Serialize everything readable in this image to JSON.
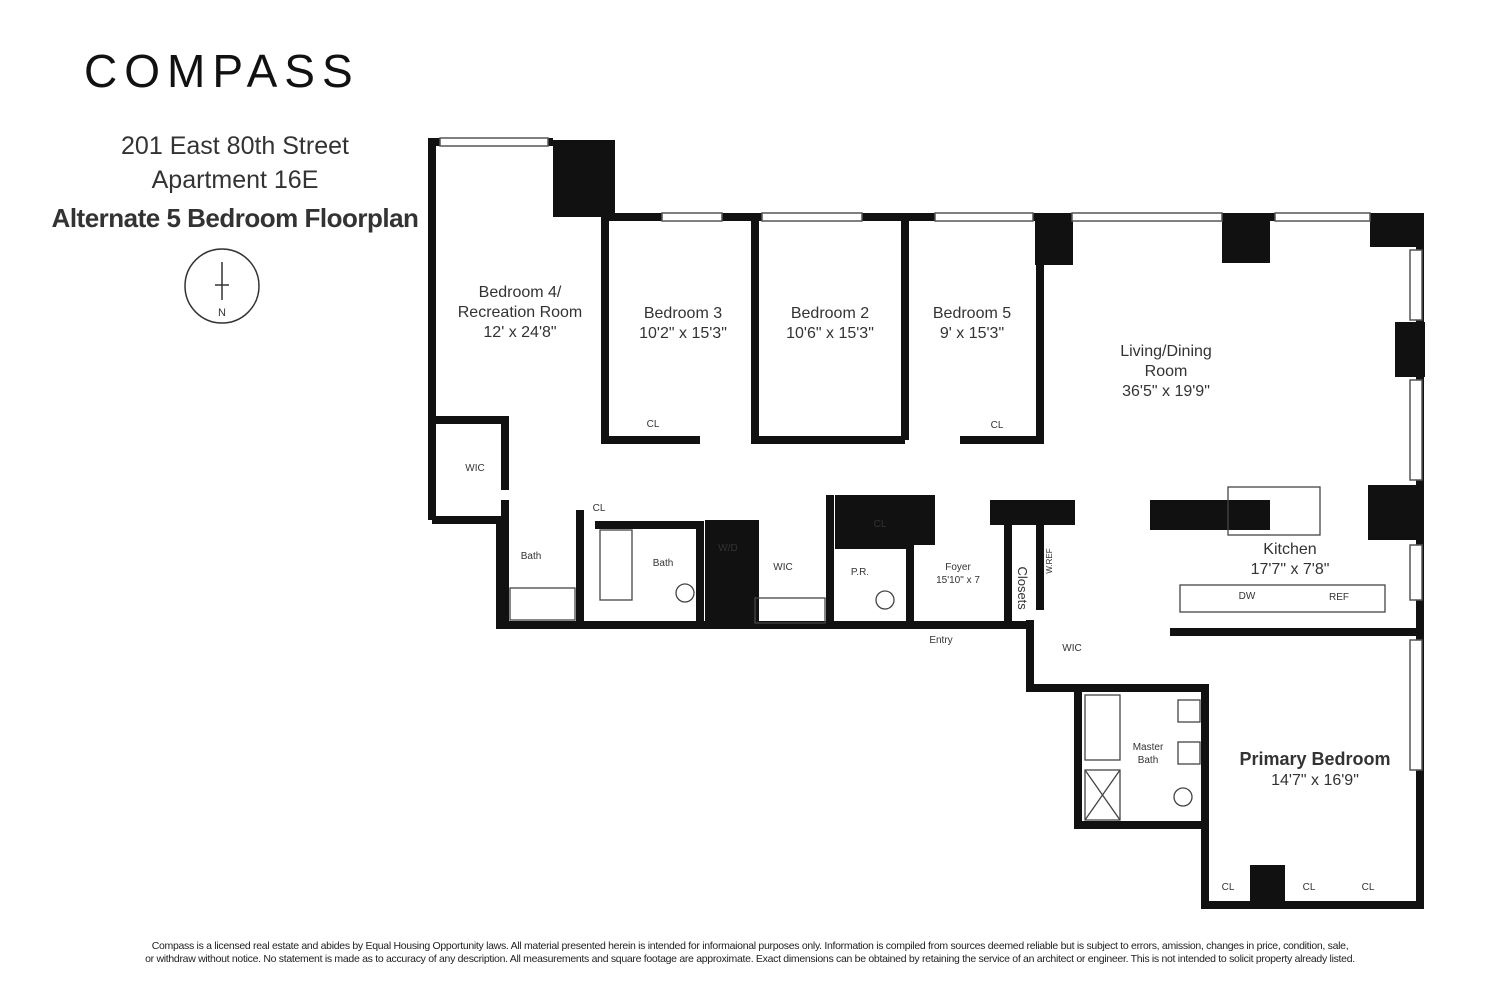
{
  "brand": {
    "logo": "COMPASS"
  },
  "header": {
    "address": "201 East 80th Street",
    "unit": "Apartment 16E",
    "plan_title": "Alternate 5 Bedroom Floorplan"
  },
  "compass_icon": "north-arrow-icon",
  "compass_letter": "N",
  "rooms": {
    "bedroom4": {
      "name": "Bedroom 4/",
      "name2": "Recreation Room",
      "dims": "12' x 24'8\""
    },
    "bedroom3": {
      "name": "Bedroom 3",
      "dims": "10'2\" x 15'3\""
    },
    "bedroom2": {
      "name": "Bedroom 2",
      "dims": "10'6\" x 15'3\""
    },
    "bedroom5": {
      "name": "Bedroom 5",
      "dims": "9' x 15'3\""
    },
    "living": {
      "name": "Living/Dining",
      "name2": "Room",
      "dims": "36'5\" x 19'9\""
    },
    "kitchen": {
      "name": "Kitchen",
      "dims": "17'7\" x 7'8\""
    },
    "primary": {
      "name": "Primary Bedroom",
      "dims": "14'7\" x 16'9\""
    },
    "foyer": {
      "name": "Foyer",
      "dims": "15'10\" x 7"
    }
  },
  "small_labels": {
    "wic": "WIC",
    "cl": "CL",
    "bath": "Bath",
    "wd": "W/D",
    "pr": "P.R.",
    "closets": "Closets",
    "wref": "W.REF",
    "entry": "Entry",
    "dw": "DW",
    "ref": "REF",
    "master_bath": "Master",
    "master_bath2": "Bath"
  },
  "footer": {
    "line1": "Compass is a licensed real estate and abides by Equal Housing Opportunity laws. All material presented herein is intended for informaional purposes only. Information is compiled from sources deemed reliable but is subject to errors, amission, changes in price, condition, sale,",
    "line2": "or withdraw without notice. No statement is made as to accuracy of any description. All measurements and square footage are approximate. Exact dimensions can be obtained by retaining the service of an architect or engineer. This is not intended to solicit property already listed."
  }
}
